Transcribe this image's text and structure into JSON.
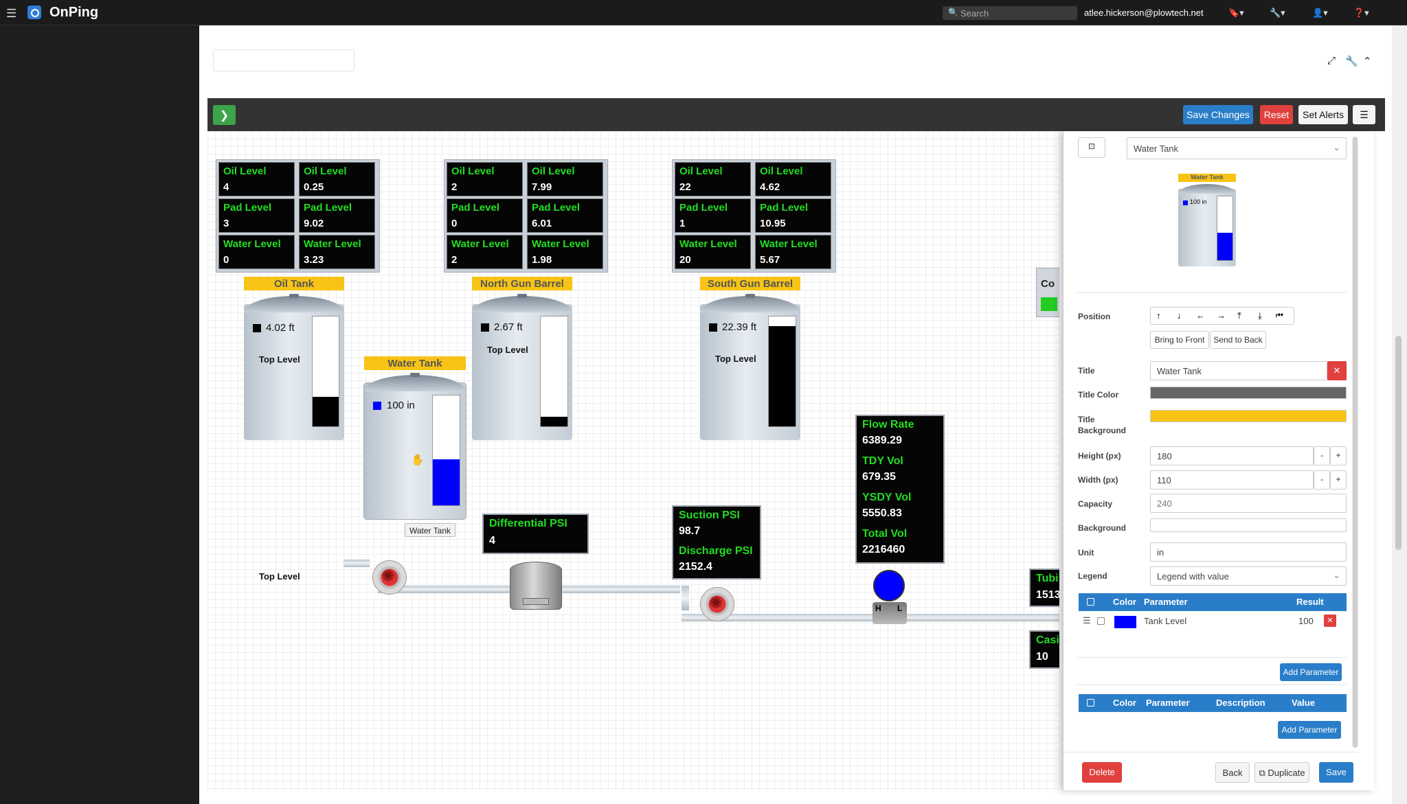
{
  "app": {
    "brand": "OnPing",
    "search_placeholder": "Search",
    "user_email": "atlee.hickerson@plowtech.net"
  },
  "toolbar": {
    "save_label": "Save Changes",
    "reset_label": "Reset",
    "alerts_label": "Set Alerts"
  },
  "groups": [
    {
      "cells": [
        {
          "label": "Oil Level",
          "value": "4"
        },
        {
          "label": "Oil Level",
          "value": "0.25"
        },
        {
          "label": "Pad Level",
          "value": "3"
        },
        {
          "label": "Pad Level",
          "value": "9.02"
        },
        {
          "label": "Water Level",
          "value": "0"
        },
        {
          "label": "Water Level",
          "value": "3.23"
        }
      ]
    },
    {
      "cells": [
        {
          "label": "Oil Level",
          "value": "2"
        },
        {
          "label": "Oil Level",
          "value": "7.99"
        },
        {
          "label": "Pad Level",
          "value": "0"
        },
        {
          "label": "Pad Level",
          "value": "6.01"
        },
        {
          "label": "Water Level",
          "value": "2"
        },
        {
          "label": "Water Level",
          "value": "1.98"
        }
      ]
    },
    {
      "cells": [
        {
          "label": "Oil Level",
          "value": "22"
        },
        {
          "label": "Oil Level",
          "value": "4.62"
        },
        {
          "label": "Pad Level",
          "value": "1"
        },
        {
          "label": "Pad Level",
          "value": "10.95"
        },
        {
          "label": "Water Level",
          "value": "20"
        },
        {
          "label": "Water Level",
          "value": "5.67"
        }
      ]
    }
  ],
  "tanks": [
    {
      "title": "Oil Tank",
      "value": "4.02 ft",
      "label": "Top Level",
      "fill_fraction": 0.27,
      "color": "#000000"
    },
    {
      "title": "Water Tank",
      "value": "100 in",
      "label": "",
      "fill_fraction": 0.42,
      "color": "#0000ff",
      "tooltip": "Water Tank"
    },
    {
      "title": "North Gun Barrel",
      "value": "2.67 ft",
      "label": "Top Level",
      "fill_fraction": 0.09,
      "color": "#000000"
    },
    {
      "title": "South Gun Barrel",
      "value": "22.39 ft",
      "label": "Top Level",
      "fill_fraction": 0.91,
      "color": "#000000"
    }
  ],
  "free_label": "Top Level",
  "readouts": {
    "differential": {
      "label": "Differential PSI",
      "value": "4"
    },
    "suction": {
      "label": "Suction PSI",
      "value": "98.7"
    },
    "discharge": {
      "label": "Discharge PSI",
      "value": "2152.4"
    },
    "flow_rate": {
      "label": "Flow Rate",
      "value": "6389.29"
    },
    "tdy_vol": {
      "label": "TDY Vol",
      "value": "679.35"
    },
    "ysdy_vol": {
      "label": "YSDY Vol",
      "value": "5550.83"
    },
    "total_vol": {
      "label": "Total Vol",
      "value": "2216460"
    },
    "tubing": {
      "label": "Tubi",
      "value": "1513"
    },
    "casing": {
      "label": "Casi",
      "value": "10"
    },
    "partial": {
      "label": "Co"
    }
  },
  "meter_labels": {
    "h": "H",
    "l": "L"
  },
  "panel": {
    "selected": "Water Tank",
    "preview_title": "Water Tank",
    "preview_value": "100 in",
    "position_label": "Position",
    "bring_front": "Bring to Front",
    "send_back": "Send to Back",
    "title_label": "Title",
    "title_value": "Water Tank",
    "title_color_label": "Title Color",
    "title_color": "#666666",
    "title_bg_label": "Title Background",
    "title_bg": "#f7c415",
    "height_label": "Height (px)",
    "height_value": "180",
    "width_label": "Width (px)",
    "width_value": "110",
    "capacity_label": "Capacity",
    "capacity_value": "240",
    "background_label": "Background",
    "unit_label": "Unit",
    "unit_value": "in",
    "legend_label": "Legend",
    "legend_value": "Legend with value",
    "table1": {
      "color": "Color",
      "parameter": "Parameter",
      "result": "Result"
    },
    "row": {
      "parameter": "Tank Level",
      "result": "100",
      "color": "#0000ff"
    },
    "add_param": "Add Parameter",
    "table2": {
      "color": "Color",
      "parameter": "Parameter",
      "description": "Description",
      "value": "Value"
    },
    "delete": "Delete",
    "back": "Back",
    "duplicate": "Duplicate",
    "save": "Save"
  }
}
